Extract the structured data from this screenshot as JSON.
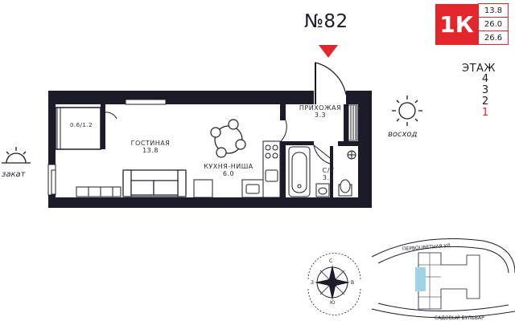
{
  "apartment": {
    "number": "№82",
    "type": "1К"
  },
  "areas": [
    "13.8",
    "26.0",
    "26.6"
  ],
  "floors": {
    "label": "ЭТАЖ",
    "list": [
      "4",
      "3",
      "2",
      "1"
    ],
    "current": "1"
  },
  "rooms": {
    "living": {
      "name": "ГОСТИНАЯ",
      "area": "13.8"
    },
    "hall": {
      "name": "ПРИХОЖАЯ",
      "area": "3.3"
    },
    "kitchen": {
      "name": "КУХНЯ-НИША",
      "area": "6.0"
    },
    "bathroom": {
      "name": "С/У",
      "area": "3.9"
    },
    "balcony": {
      "area": "0.6/1.2"
    }
  },
  "sun": {
    "sunset": "закат",
    "sunrise": "восход"
  },
  "compass": {
    "north": "С",
    "south": "Ю",
    "west": "З",
    "east": "В"
  },
  "streets": {
    "top": "ПЕРВОЦВЕТНАЯ УЛ.",
    "bottom": "САДОВЫЙ БУЛЬВАР"
  },
  "colors": {
    "accent": "#e3262b",
    "wall": "#1c1c28",
    "highlight": "#9fd3e8"
  }
}
